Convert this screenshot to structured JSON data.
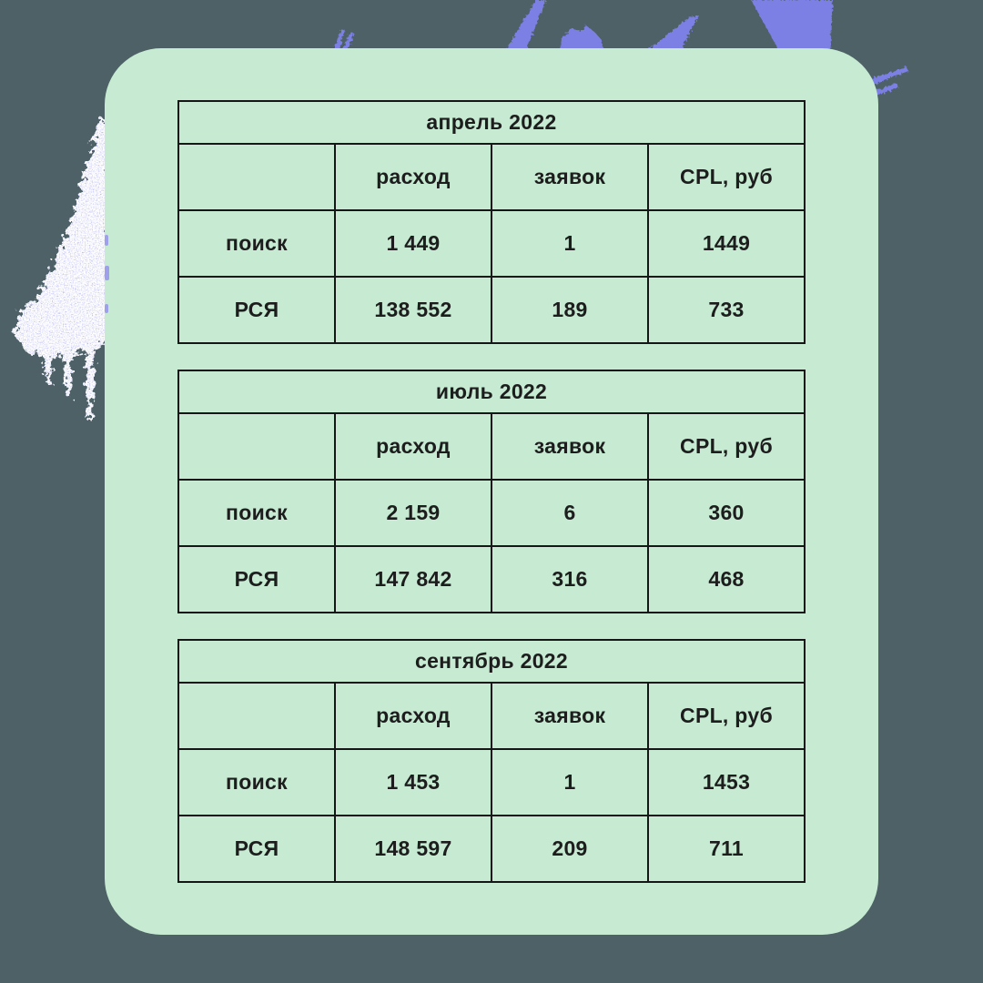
{
  "colors": {
    "page_background": "#4d6166",
    "card_background": "#c6ebd2",
    "table_border": "#161616",
    "text": "#1d1d1d",
    "brush_purple": "#7b80e4",
    "brush_lavender": "#b4b6ef"
  },
  "chart_data": [
    {
      "type": "table",
      "title": "апрель 2022",
      "columns": [
        "",
        "расход",
        "заявок",
        "CPL, руб"
      ],
      "rows": [
        {
          "label": "поиск",
          "values": [
            "1 449",
            "1",
            "1449"
          ]
        },
        {
          "label": "РСЯ",
          "values": [
            "138 552",
            "189",
            "733"
          ]
        }
      ]
    },
    {
      "type": "table",
      "title": "июль 2022",
      "columns": [
        "",
        "расход",
        "заявок",
        "CPL, руб"
      ],
      "rows": [
        {
          "label": "поиск",
          "values": [
            "2 159",
            "6",
            "360"
          ]
        },
        {
          "label": "РСЯ",
          "values": [
            "147 842",
            "316",
            "468"
          ]
        }
      ]
    },
    {
      "type": "table",
      "title": "сентябрь 2022",
      "columns": [
        "",
        "расход",
        "заявок",
        "CPL, руб"
      ],
      "rows": [
        {
          "label": "поиск",
          "values": [
            "1 453",
            "1",
            "1453"
          ]
        },
        {
          "label": "РСЯ",
          "values": [
            "148 597",
            "209",
            "711"
          ]
        }
      ]
    }
  ]
}
